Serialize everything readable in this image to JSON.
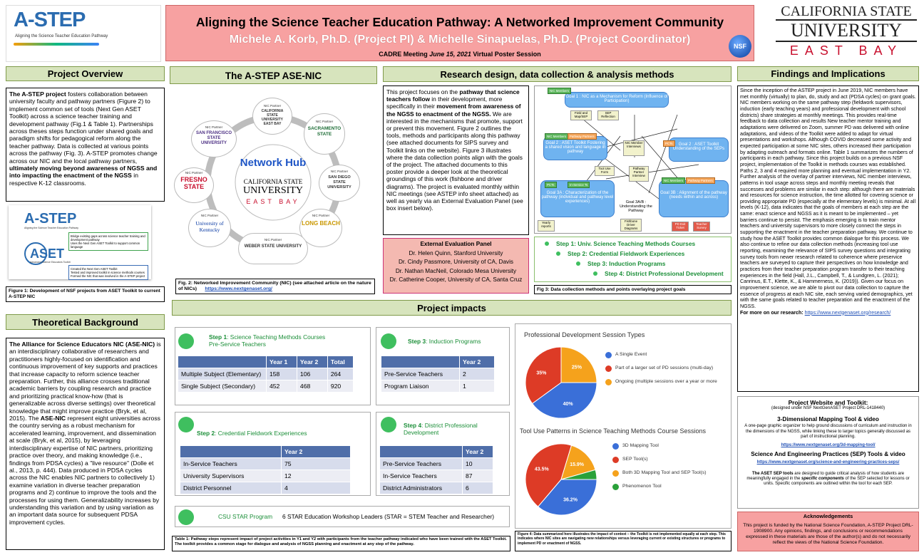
{
  "header": {
    "title": "Aligning the Science Teacher Education Pathway: A Networked Improvement Community",
    "authors": "Michele A. Korb, Ph.D. (Project PI)  &  Michelle Sinapuelas, Ph.D. (Project Coordinator)",
    "meeting_prefix": "CADRE Meeting ",
    "meeting_date": "June 15, 2021",
    "meeting_suffix": " Virtual Poster Session"
  },
  "logo_left": {
    "name": "A-STEP",
    "tagline": "Aligning the Science Teacher Education Pathway"
  },
  "logo_right": {
    "line1": "CALIFORNIA STATE",
    "line2": "UNIVERSITY",
    "line3": "EAST BAY",
    "badge": "NSF"
  },
  "sections": {
    "overview": "Project Overview",
    "nic": "The A-STEP ASE-NIC",
    "research": "Research design, data collection & analysis methods",
    "findings": "Findings and Implications",
    "theory": "Theoretical Background",
    "impacts": "Project impacts"
  },
  "overview": {
    "p1_bold": "The A-STEP project",
    "p1_a": " fosters collaboration between university faculty and pathway partners (Figure 2) to implement common set of tools (Next Gen ASET Toolkit) across a science teacher training and development pathway (Fig.1 & Table 1). Partnerships across theses steps function under shared goals and paradigm shifts for pedagogical reform along the teacher pathway. Data is collected at various points across the pathway (Fig. 3). A-STEP promotes change across our NIC and the local pathway partners, ",
    "p1_b": "ultimately moving beyond awareness of NGSS and into impacting the enactment of the NGSS",
    "p1_c": " in respective K-12 classrooms."
  },
  "fig1": {
    "astep": "A-STEP",
    "astep_tag": "Aligning the Science Teacher Education Pathway",
    "note1": "Bridge existing gaps across science teacher training and development pathway\nUses the Next Gen ASET Toolkit to support common language",
    "aset": "ASET",
    "aset_tag": "Advanced Science Educators Toolkit",
    "note2": "Created the Next Gen ASET Toolkit\nTested and improved toolkit in science methods courses\nFormed the NIC that was involved in the A-STEP project",
    "caption": "Figure 1: Development of NSF projects from  ASET Toolkit to current A-STEP NIC"
  },
  "theory": {
    "b1": "The Alliance for Science Educators NIC (ASE-NIC)",
    "t1": " is an interdisciplinary collaborative of researchers and practitioners highly-focused on identification and continuous improvement of key supports and practices that increase capacity to reform science teacher preparation. Further, this alliance crosses traditional academic barriers by coupling research and practice and prioritizing practical know-how (that is generalizable across diverse settings) over theoretical knowledge that might improve practice (Bryk, et al, 2015). The ",
    "b2": "ASE-NIC",
    "t2": " represent eight universities across the country serving as a robust mechanism for accelerated learning, improvement, and dissemination at scale (Bryk, et al, 2015), by leveraging interdisciplinary expertise of NIC partners, prioritizing practice over theory, and making knowledge (i.e., findings from PDSA cycles) a \"live resource\" (Dolle et al., 2013, p. 444). Data produced in PDSA cycles across the NIC enables NIC partners to collectively 1) examine variation in diverse teacher preparation programs and 2) continue to improve the tools and the processes for using them. Generalizability increases by understanding this variation and by using variation as an important data source for subsequent PDSA improvement cycles."
  },
  "nic": {
    "hub_title": "Network Hub",
    "hub_l1": "CALIFORNIA STATE",
    "hub_l2": "UNIVERSITY",
    "hub_l3": "EAST BAY",
    "partner_label": "NIC Partner",
    "partners": [
      "CALIFORNIA STATE UNIVERSITY EAST BAY",
      "SACRAMENTO STATE",
      "SAN DIEGO STATE UNIVERSITY",
      "LONG BEACH",
      "WEBER STATE UNIVERSITY",
      "University of Kentucky",
      "FRESNO STATE",
      "SAN FRANCISCO STATE UNIVERSITY"
    ],
    "caption": "Fig. 2: Networked Improvement Community (NIC) (see attached article on the nature of NICs)",
    "link": "https://www.nextgenaset.org/"
  },
  "research": {
    "t1": "This project focuses on the ",
    "b1": "pathway that science teachers follow",
    "t2": " in their development, more specifically in their ",
    "b2": "movement from awareness of the NGSS to enactment of the NGSS.",
    "t3": " We are interested in the mechanisms that promote, support or prevent this movement. Figure 2 outlines the tools, methods and participants along this pathway (see attached documents for SIPS survey and Toolkit links on the website). Figure 3 illustrates where the data collection points align with the goals of the project. The attached documents to this poster provide a deeper look at the theoretical groundings of this work (fishbone and driver diagrams). The project is evaluated monthly within NIC meetings (see ASTEP info sheet attached) as well as yearly via an External Evaluation Panel (see box insert below).",
    "panel_title": "External Evaluation Panel",
    "panel": [
      "Dr. Helen Quinn, Stanford University",
      "Dr. Cindy Passmore,  University of CA, Davis",
      "Dr. Nathan MacNeil, Colorado Mesa University",
      "Dr. Catherine Cooper, University of CA, Santa Cruz"
    ],
    "steps": [
      "Step 1: Univ. Science Teaching Methods Courses",
      "Step 2: Credential Fieldwork Experiences",
      "Step 3: Induction Programs",
      "Step 4: District Professional Development"
    ],
    "fig3_caption": "Fig 3: Data collection methods and points overlaying project goals",
    "fb_goal1": "Goal 1 : NIC as a Mechanism for Reform (Influence of Participation)",
    "fb_goal2": "Goal 2 : ASET Toolkit Fostering a shared vision and language in pathway",
    "fb_goal2b": "Goal 2 : ASET Toolkit Understanding of the SEPs",
    "fb_goal3a": "Goal 3A : Characterization of the pathway (individual and pathway level experiences)",
    "fb_goal3b": "Goal 3B : Alignment of the pathway (needs within and across)",
    "fb_mid": "Goal 3A/B : Understanding the Pathway",
    "chips": [
      "NIC Members",
      "Pathway Partners",
      "PCTs",
      "In-Service Ts",
      "PCTs",
      "NIC Members"
    ],
    "smalls": [
      "Field and Map/SEP",
      "SEP Reflection",
      "NIC Member Interviews",
      "Tool Use Form",
      "Pathway Partner Interview",
      "Fishbone Driver Diagrams",
      "Yearly reports",
      "PD Exit Ticket",
      "Teacher Survey"
    ]
  },
  "findings": {
    "text": "Since the inception of the ASTEP project in June 2019, NIC members have met monthly (virtually) to plan, do, study and act (PDSA cycles) on grant goals.  NIC members working on the same pathway step (fieldwork supervisors, induction (early teaching years) and professional development with school districts) share strategies at monthly meetings. This provides real-time feedback to data collection and results  New teacher mentor training and adaptations were delivered on Zoom, summer PD was delivered with online adaptations, and videos of the Toolkit were added to adapt for virtual presentations and workshops. Although COVID decreased some activity and expected participation at some NIC sites, others increased their participation by adapting outreach and formats online. Table 1 summarizes the numbers of participants in each pathway. Since this project builds on a previous NSF project, implementation of the Toolkit in methods courses was established. Paths 2, 3 and 4 required more planning and eventual implementation in Y2.  Further analysis of the overlay of partner interviews, NIC member interviews, patterns in tool usage across steps and monthly meeting reveals that successes and problems are similar in each step: although there are materials and resources for science instruction, the time allotted for covering science or providing appropriate PD (especially at the elementary levels) is minimal. At all levels (K-12), data indicates that the goals of members at each step are the same: enact science and NGSS as it is meant to be implemented – yet barriers continue to persist. The emphasis emerging is to train mentor teachers and university supervisors to more closely connect the steps in supporting the enactment in the teacher preparation pathway.  We continue to study how the ASET Toolkit provides common dialogue for this process. We also continue to refine our data collection methods (increasing tool use reporting, examining the relevance of SIPS survey questions and integrating survey tools from newer research related to coherence where preservice teachers are surveyed to capture their perspectives on how knowledge and practices from their teacher preparation program transfer to their teaching experiences in the field (Hall, J.L., Campbell, T., & Lundgren, L. (2021); Canrinus, E.T., Klette, K., & Hammerness, K. (2019)).  Given our focus on improvement science, we are able to pivot our data collection to capture the essence of progress at each NIC site, each serving varied demographics, yet with the same goals related to teacher preparation and the enactment of the NGSS.",
    "more": "For more on our research: ",
    "more_link": "https://www.nextgenaset.org/research/"
  },
  "website": {
    "title": "Project Website and Toolkit:",
    "sub": "(designed under NSF NextGenASET Project DRL-1418440)",
    "h1": "3-Dimensional Mapping Tool & video",
    "d1": "A one-page graphic organizer to help ground discussions of curriculum and instruction in the dimensions of the NGSS, while linking these to larger topics generally discussed as part of instructional planning.",
    "l1": "https://www.nextgenaset.org/3d-mapping-tool/",
    "h2": "Science And Engineering Practices (SEP) Tools & video",
    "l2": "https://www.nextgenaset.org/science-and-engineering-practices-seps/",
    "d2_bold": "The ASET SEP tools",
    "d2_a": " are designed to guide critical analysis of how students are meaningfully engaged in the ",
    "d2_i": "specific components",
    "d2_b": " of the SEP selected for lessons or units. Specific components are outlined within the tool for each SEP."
  },
  "ack": {
    "title": "Acknowledgements",
    "text": "This project is funded by the National Science Foundation, A-STEP Project DRL-1908900. Any opinions, findings, and conclusions or recommendations expressed in these materials are those of the author(s) and do not necessarily reflect the views of the National Science Foundation."
  },
  "impacts": {
    "step1": {
      "prefix": "Step 1",
      "title": ": Science Teaching Methods Courses",
      "sub": "Pre-Service Teachers",
      "headers": [
        "",
        "Year 1",
        "Year 2",
        "Total"
      ],
      "rows": [
        [
          "Multiple Subject (Elementary)",
          "158",
          "106",
          "264"
        ],
        [
          "Single Subject (Secondary)",
          "452",
          "468",
          "920"
        ]
      ]
    },
    "step3": {
      "prefix": "Step 3",
      "title": ": Induction Programs",
      "headers": [
        "",
        "Year 2"
      ],
      "rows": [
        [
          "Pre-Service Teachers",
          "2"
        ],
        [
          "Program Liaison",
          "1"
        ]
      ]
    },
    "step2": {
      "prefix": "Step 2",
      "title": ": Credential Fieldwork Experiences",
      "headers": [
        "",
        "Year 2"
      ],
      "rows": [
        [
          "In-Service Teachers",
          "75"
        ],
        [
          "University Supervisors",
          "12"
        ],
        [
          "District Personnel",
          "4"
        ]
      ]
    },
    "step4": {
      "prefix": "Step 4",
      "title": ": District Professional Development",
      "headers": [
        "",
        "Year 2"
      ],
      "rows": [
        [
          "Pre-Service Teachers",
          "10"
        ],
        [
          "In-Service Teachers",
          "87"
        ],
        [
          "District Administrators",
          "6"
        ]
      ]
    },
    "star_label": "CSU STAR Program",
    "star_text": "6 STAR Education Workshop Leaders (STAR = STEM Teacher and Researcher)",
    "table_caption": "Table 1: Pathway steps represent impact of project activities in Y1 and Y2 with participants from the teacher pathway indicated who have been trained with the ASET Toolkit. The toolkit provides a common stage for dialogue and analysis of NGSS planning and enactment at any step of the pathway.",
    "fig4_caption": "Figure 4: Data summarized here illustrates the impact of context – the Toolkit is not implemented equally at each step. This indicates where NIC sites are navigating new relationships versus leveraging current or existing structures or programs to implement PD or enactment of NGSS."
  },
  "chart_data": [
    {
      "type": "pie",
      "title": "Professional Development Session Types",
      "labels": [
        "A Single Event",
        "Part of a larger set of PD sessions (multi-day)",
        "Ongoing (multiple sessions over a year or more"
      ],
      "values": [
        40,
        35,
        25
      ],
      "value_labels": [
        "40%",
        "35%",
        "25%"
      ],
      "colors": [
        "#3a6fd8",
        "#dd3b26",
        "#f5a21c"
      ],
      "legend": "right"
    },
    {
      "type": "pie",
      "title": "Tool Use Patterns in Science Teaching Methods Course Sessions",
      "labels": [
        "3D Mapping Tool",
        "SEP Tool(s)",
        "Both 3D Mapping Tool and SEP Tool(s)",
        "Phenomenon Tool"
      ],
      "values": [
        36.2,
        43.5,
        15.9,
        4.4
      ],
      "value_labels": [
        "36.2%",
        "43.5%",
        "15.9%",
        ""
      ],
      "colors": [
        "#3a6fd8",
        "#dd3b26",
        "#f5a21c",
        "#2aa13a"
      ],
      "legend": "right"
    }
  ]
}
